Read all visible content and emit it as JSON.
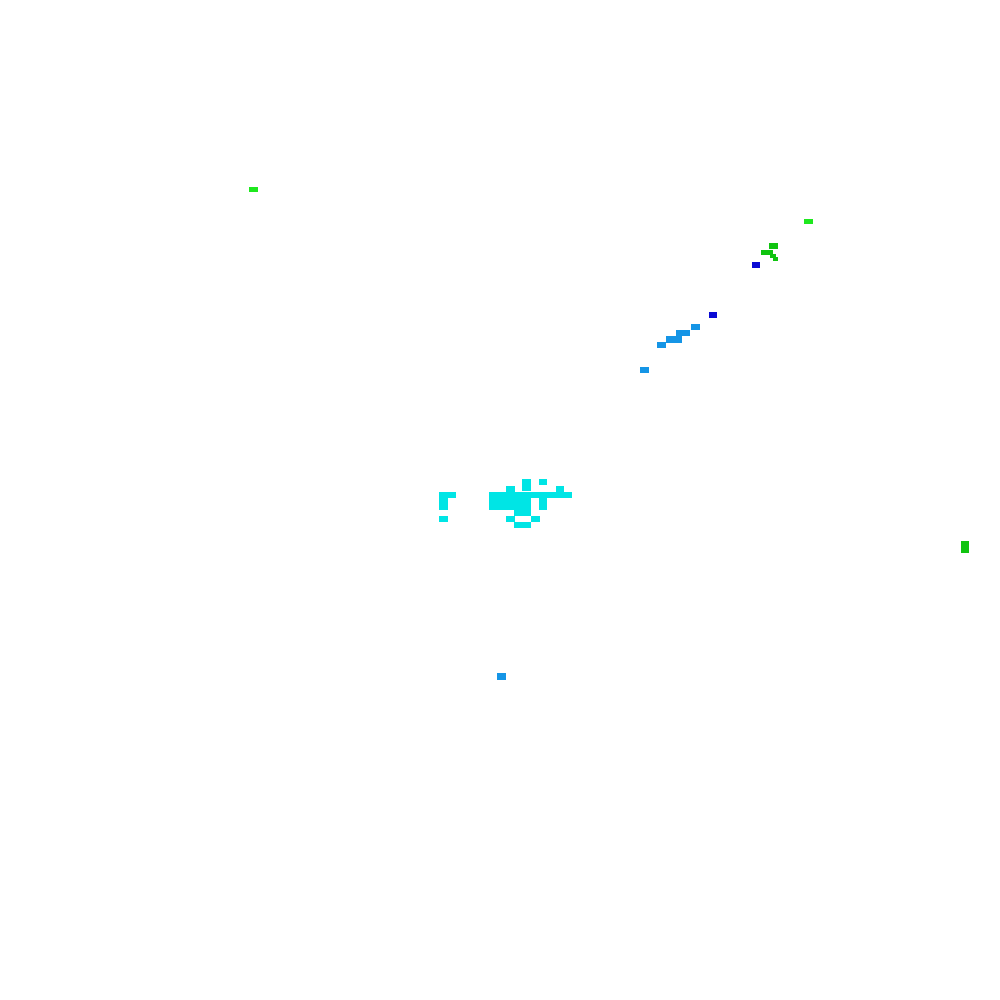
{
  "colors": {
    "background": "#ffffff",
    "lime": "#1ee81e",
    "green": "#10c410",
    "blue": "#0a0ad4",
    "sky": "#1595e6",
    "cyan": "#00e5e5"
  },
  "clusters": [
    {
      "name": "lime-speck",
      "color_key": "lime"
    },
    {
      "name": "green-cluster",
      "color_key": "green"
    },
    {
      "name": "blue-speck",
      "color_key": "blue"
    },
    {
      "name": "sky-cluster",
      "color_key": "sky"
    },
    {
      "name": "cyan-cluster",
      "color_key": "cyan"
    }
  ]
}
